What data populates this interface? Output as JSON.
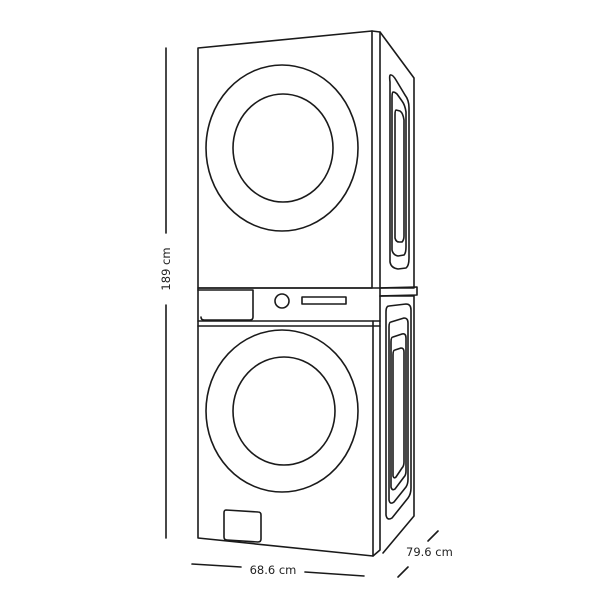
{
  "diagram": {
    "subject": "Stacked washer and dryer unit",
    "line_color": "#1a1a1a",
    "background": "#ffffff",
    "dimensions": {
      "height": {
        "label": "189 cm",
        "orientation": "vertical"
      },
      "width": {
        "label": "68.6 cm",
        "orientation": "horizontal"
      },
      "depth": {
        "label": "79.6 cm",
        "orientation": "diagonal"
      }
    },
    "components": {
      "top_unit": "dryer",
      "bottom_unit": "washer",
      "control_panel": [
        "detergent-drawer",
        "control-knob",
        "display"
      ],
      "service_panel": "filter-access-door"
    }
  }
}
